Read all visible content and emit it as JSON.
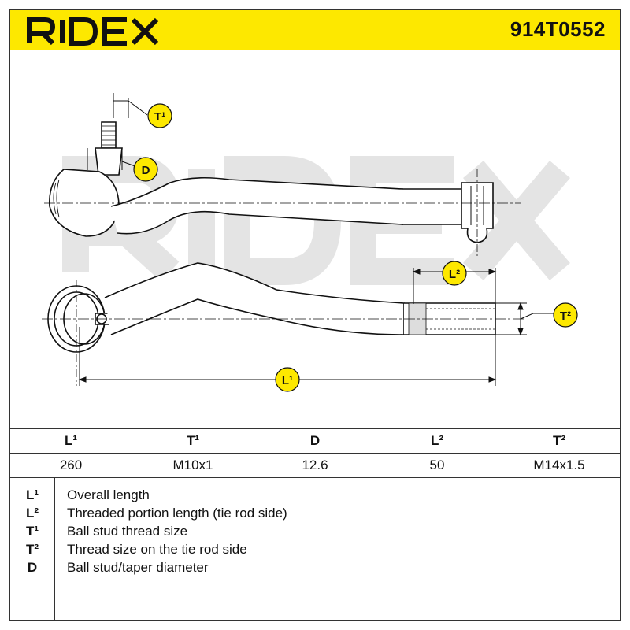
{
  "header": {
    "brand": "RIDEX",
    "part_number": "914T0552",
    "background_color": "#fde800"
  },
  "drawing": {
    "watermark": "RIDEX",
    "labels": {
      "t1": "T¹",
      "d": "D",
      "l2": "L²",
      "t2": "T²",
      "l1": "L¹"
    }
  },
  "spec_table": {
    "headers": [
      "L¹",
      "T¹",
      "D",
      "L²",
      "T²"
    ],
    "values": [
      "260",
      "M10x1",
      "12.6",
      "50",
      "M14x1.5"
    ]
  },
  "legend": {
    "items": [
      {
        "key": "L¹",
        "text": "Overall length"
      },
      {
        "key": "L²",
        "text": "Threaded portion length (tie rod side)"
      },
      {
        "key": "T¹",
        "text": "Ball stud thread size"
      },
      {
        "key": "T²",
        "text": "Thread size on the tie rod side"
      },
      {
        "key": "D",
        "text": "Ball stud/taper diameter"
      }
    ]
  }
}
